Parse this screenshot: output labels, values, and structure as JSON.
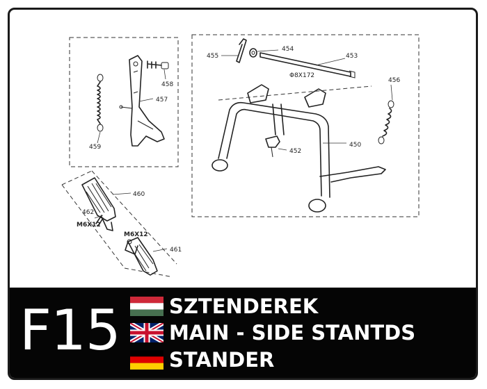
{
  "callouts": {
    "c450": "450",
    "c452": "452",
    "c453": "453",
    "c454": "454",
    "c455": "455",
    "c456": "456",
    "c457": "457",
    "c458": "458",
    "c459": "459",
    "c460": "460",
    "c461": "461",
    "c462": "462"
  },
  "dims": {
    "bolt_453": "Φ8X172",
    "bolt_462": "M6X12",
    "bolt_461": "M6X12"
  },
  "banner": {
    "code": "F15",
    "lines": [
      {
        "flag": "hungary-flag",
        "text": "SZTENDEREK"
      },
      {
        "flag": "uk-flag",
        "text": "MAIN - SIDE STANTDS"
      },
      {
        "flag": "germany-flag",
        "text": "STANDER"
      }
    ]
  },
  "colors": {
    "banner_bg": "#050505",
    "banner_text": "#ffffff",
    "line_art": "#222222",
    "hu_red": "#ce2939",
    "hu_green": "#477050",
    "de_black": "#000000",
    "de_red": "#dd0000",
    "de_gold": "#ffce00",
    "uk_blue": "#012169",
    "uk_red": "#c8102e"
  }
}
